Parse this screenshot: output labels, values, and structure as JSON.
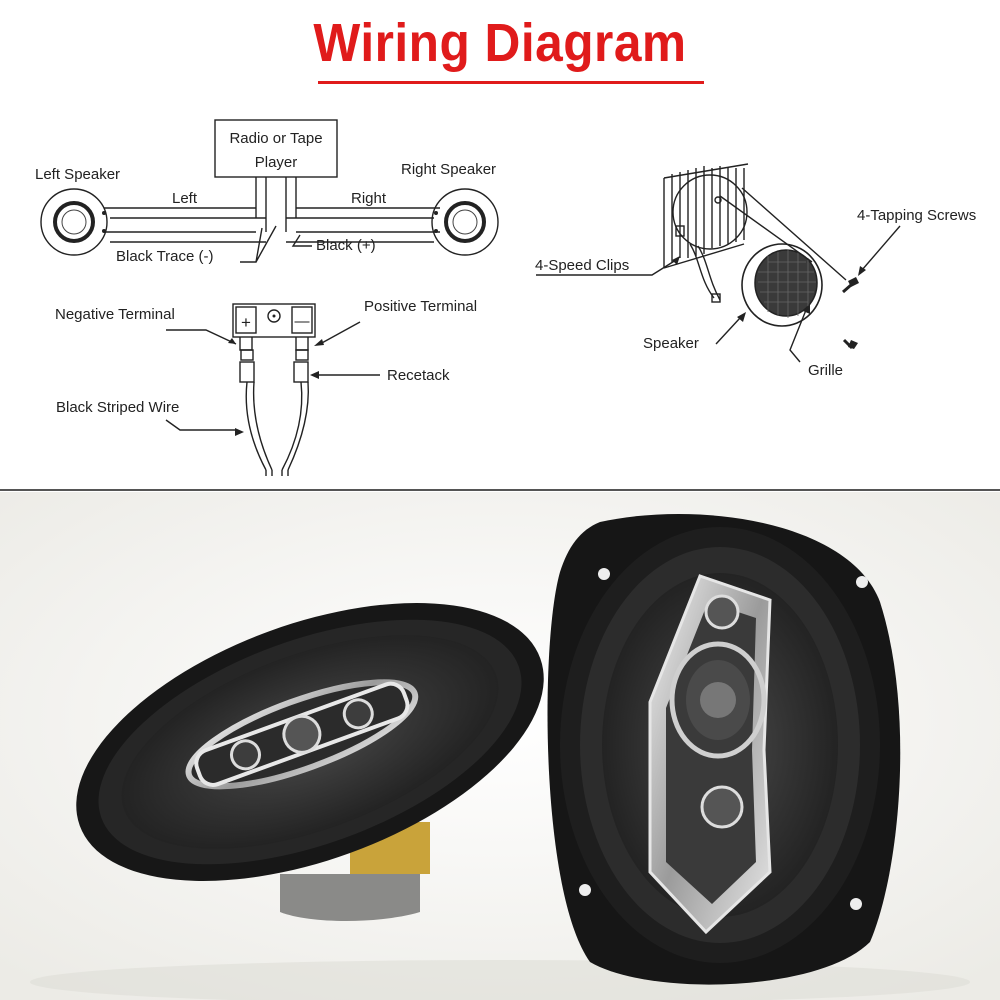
{
  "title": "Wiring Diagram",
  "wiring": {
    "radio_line1": "Radio or Tape",
    "radio_line2": "Player",
    "left_speaker": "Left Speaker",
    "right_speaker": "Right Speaker",
    "left": "Left",
    "right": "Right",
    "black_trace": "Black  Trace (-)",
    "black_plus": "Black  (+)",
    "negative_terminal": "Negative  Terminal",
    "positive_terminal": "Positive  Terminal",
    "plus_sign": "+",
    "minus_sign": "—",
    "recetack": "Recetack",
    "black_striped_wire": "Black  Striped  Wire"
  },
  "install": {
    "speed_clips": "4-Speed  Clips",
    "tapping_screws": "4-Tapping Screws",
    "speaker": "Speaker",
    "grille": "Grille"
  },
  "colors": {
    "title": "#e01b1b",
    "speaker_body": "#1c1c1c",
    "cone": "#3a3a3a",
    "chrome": "#d9d9d9",
    "magnet_ring": "#d4a82a"
  }
}
